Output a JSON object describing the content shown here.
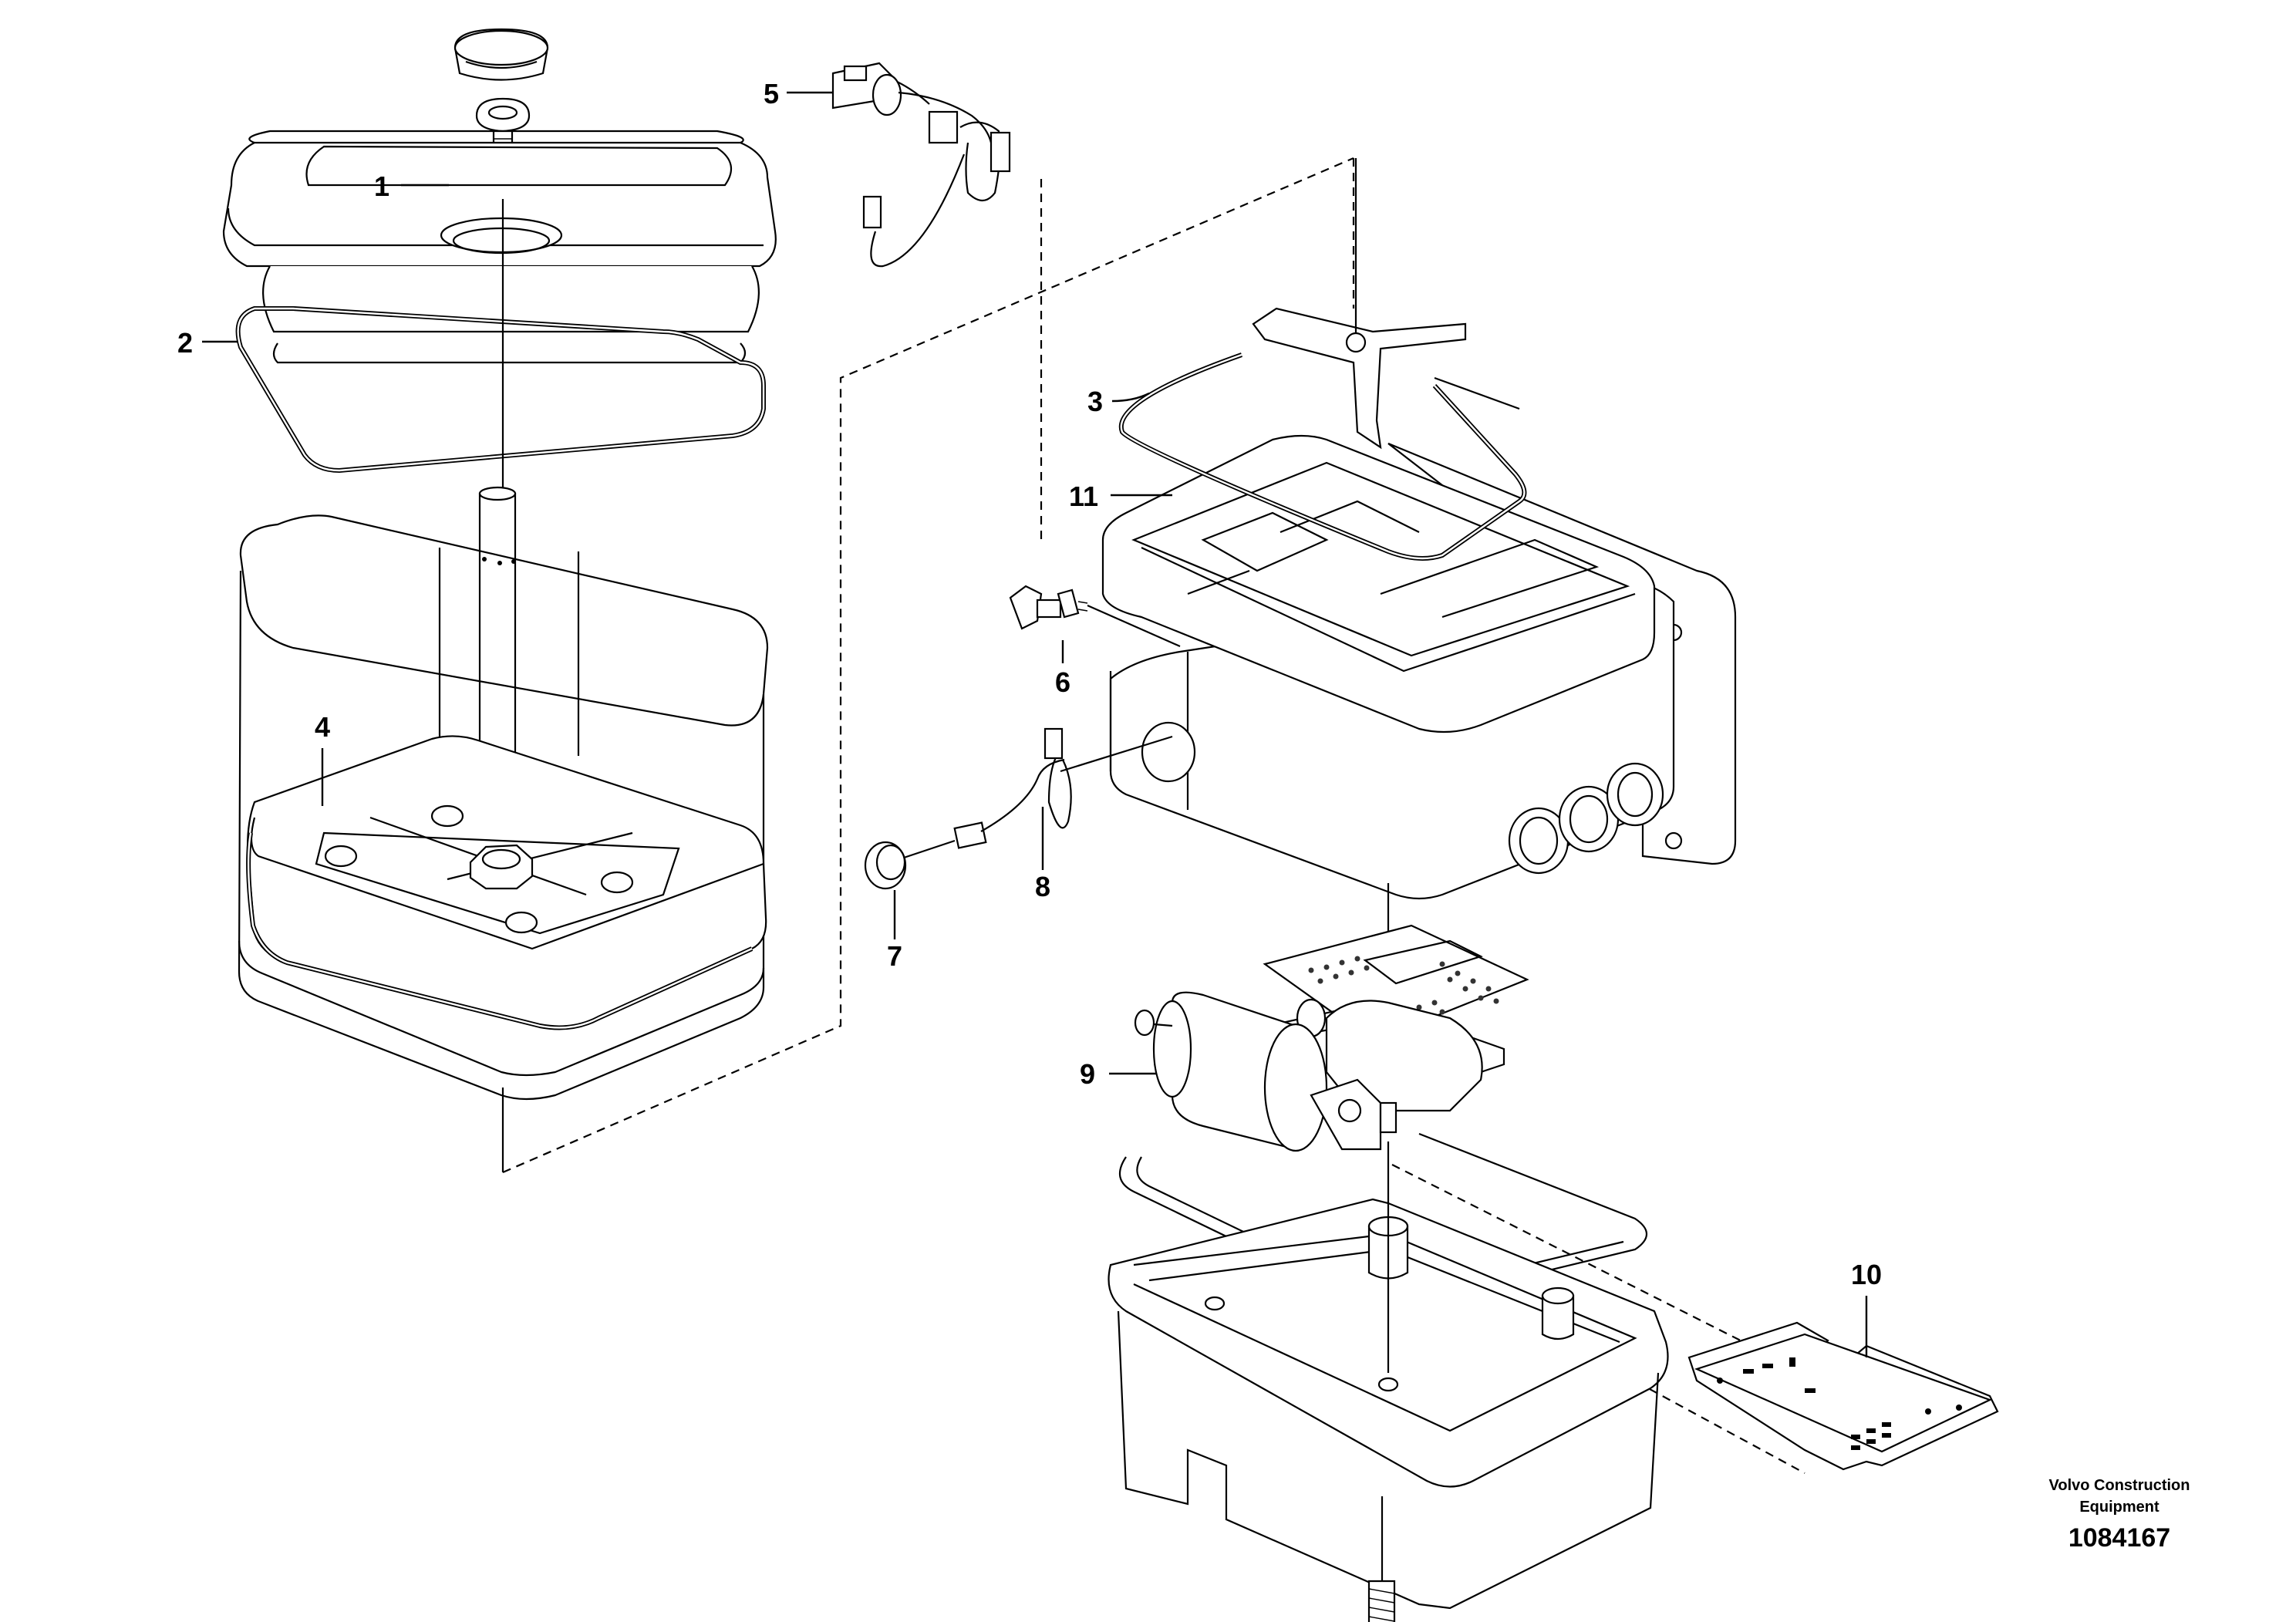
{
  "callouts": [
    {
      "id": "1",
      "label": "1"
    },
    {
      "id": "2",
      "label": "2"
    },
    {
      "id": "3",
      "label": "3"
    },
    {
      "id": "4",
      "label": "4"
    },
    {
      "id": "5",
      "label": "5"
    },
    {
      "id": "6",
      "label": "6"
    },
    {
      "id": "7",
      "label": "7"
    },
    {
      "id": "8",
      "label": "8"
    },
    {
      "id": "9",
      "label": "9"
    },
    {
      "id": "10",
      "label": "10"
    },
    {
      "id": "11",
      "label": "11"
    }
  ],
  "footer": {
    "brand_line1": "Volvo Construction",
    "brand_line2": "Equipment",
    "doc_number": "1084167"
  },
  "colors": {
    "line": "#000000",
    "background": "#ffffff"
  }
}
